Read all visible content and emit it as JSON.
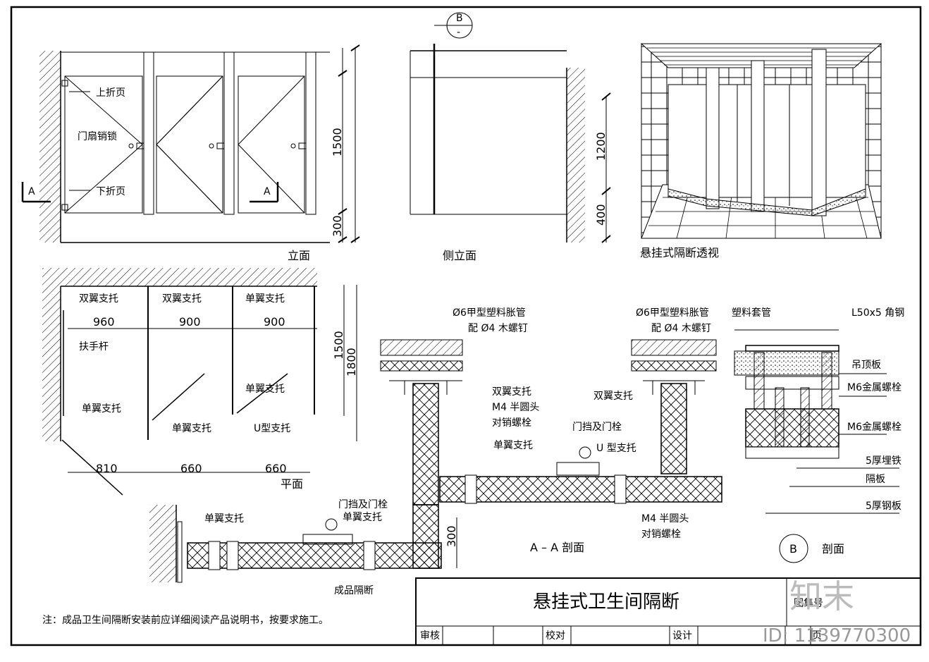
{
  "elevation": {
    "labels": {
      "upper_hinge": "上折页",
      "door_lock": "门扇销锁",
      "lower_hinge": "下折页"
    },
    "section_marks": [
      "A",
      "A"
    ],
    "dims_vertical": [
      "1500",
      "300"
    ],
    "title": "立面"
  },
  "side_elevation": {
    "marker": {
      "top": "B",
      "bottom": "-"
    },
    "dims_vertical": [
      "1200",
      "400"
    ],
    "title": "侧立面"
  },
  "perspective": {
    "title": "悬挂式隔断透视"
  },
  "plan": {
    "labels": [
      "双翼支托",
      "双翼支托",
      "单翼支托",
      "扶手杆",
      "单翼支托",
      "单翼支托",
      "单翼支托",
      "U型支托"
    ],
    "dims_top": [
      "960",
      "900",
      "900"
    ],
    "dims_bottom": [
      "810",
      "660",
      "660"
    ],
    "dims_vertical": [
      "1500",
      "1800"
    ],
    "title": "平面"
  },
  "section_aa": {
    "labels_left": [
      "Ø6甲型塑料胀管",
      "配 Ø4 木螺钉",
      "双翼支托",
      "M4 半圆头",
      "对销螺栓",
      "单翼支托",
      "门挡及门栓",
      "单翼支托",
      "单翼支托",
      "成品隔断"
    ],
    "labels_right": [
      "Ø6甲型塑料胀管",
      "配 Ø4 木螺钉",
      "双翼支托",
      "门挡及门栓",
      "U 型支托",
      "M4 半圆头",
      "对销螺栓"
    ],
    "dim": "300",
    "title": "A – A 剖面"
  },
  "section_b": {
    "labels": [
      "塑料套管",
      "L50x5 角钢",
      "吊顶板",
      "M6金属螺栓",
      "M6金属螺栓",
      "5厚埋铁",
      "隔板",
      "5厚钢板"
    ],
    "marker": "B",
    "title": "剖面"
  },
  "note": "注：成品卫生间隔断安装前应详细阅读产品说明书，按要求施工。",
  "title_block": {
    "title": "悬挂式卫生间隔断",
    "fields": [
      "审核",
      "校对",
      "设计",
      "页"
    ],
    "drawing_no_label": "图集号"
  },
  "watermark": {
    "brand": "知末",
    "id": "ID: 1139770300"
  }
}
